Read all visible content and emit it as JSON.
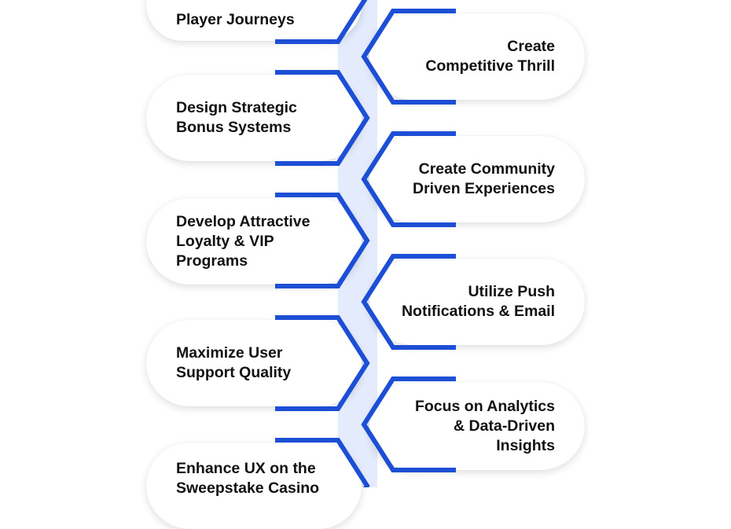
{
  "steps": [
    {
      "side": "left",
      "label": "Player Journeys"
    },
    {
      "side": "right",
      "label": "Create\nCompetitive Thrill"
    },
    {
      "side": "left",
      "label": "Design Strategic\nBonus Systems"
    },
    {
      "side": "right",
      "label": "Create Community\nDriven Experiences"
    },
    {
      "side": "left",
      "label": "Develop Attractive\nLoyalty & VIP\nPrograms"
    },
    {
      "side": "right",
      "label": "Utilize Push\nNotifications & Email"
    },
    {
      "side": "left",
      "label": "Maximize User\nSupport Quality"
    },
    {
      "side": "right",
      "label": "Focus on Analytics\n& Data-Driven\nInsights"
    },
    {
      "side": "left",
      "label": "Enhance UX on the\nSweepstake Casino"
    }
  ],
  "colors": {
    "frame": "#1d4fd6",
    "spine": "#e3ebfc",
    "text": "#111111",
    "pill": "#ffffff"
  }
}
